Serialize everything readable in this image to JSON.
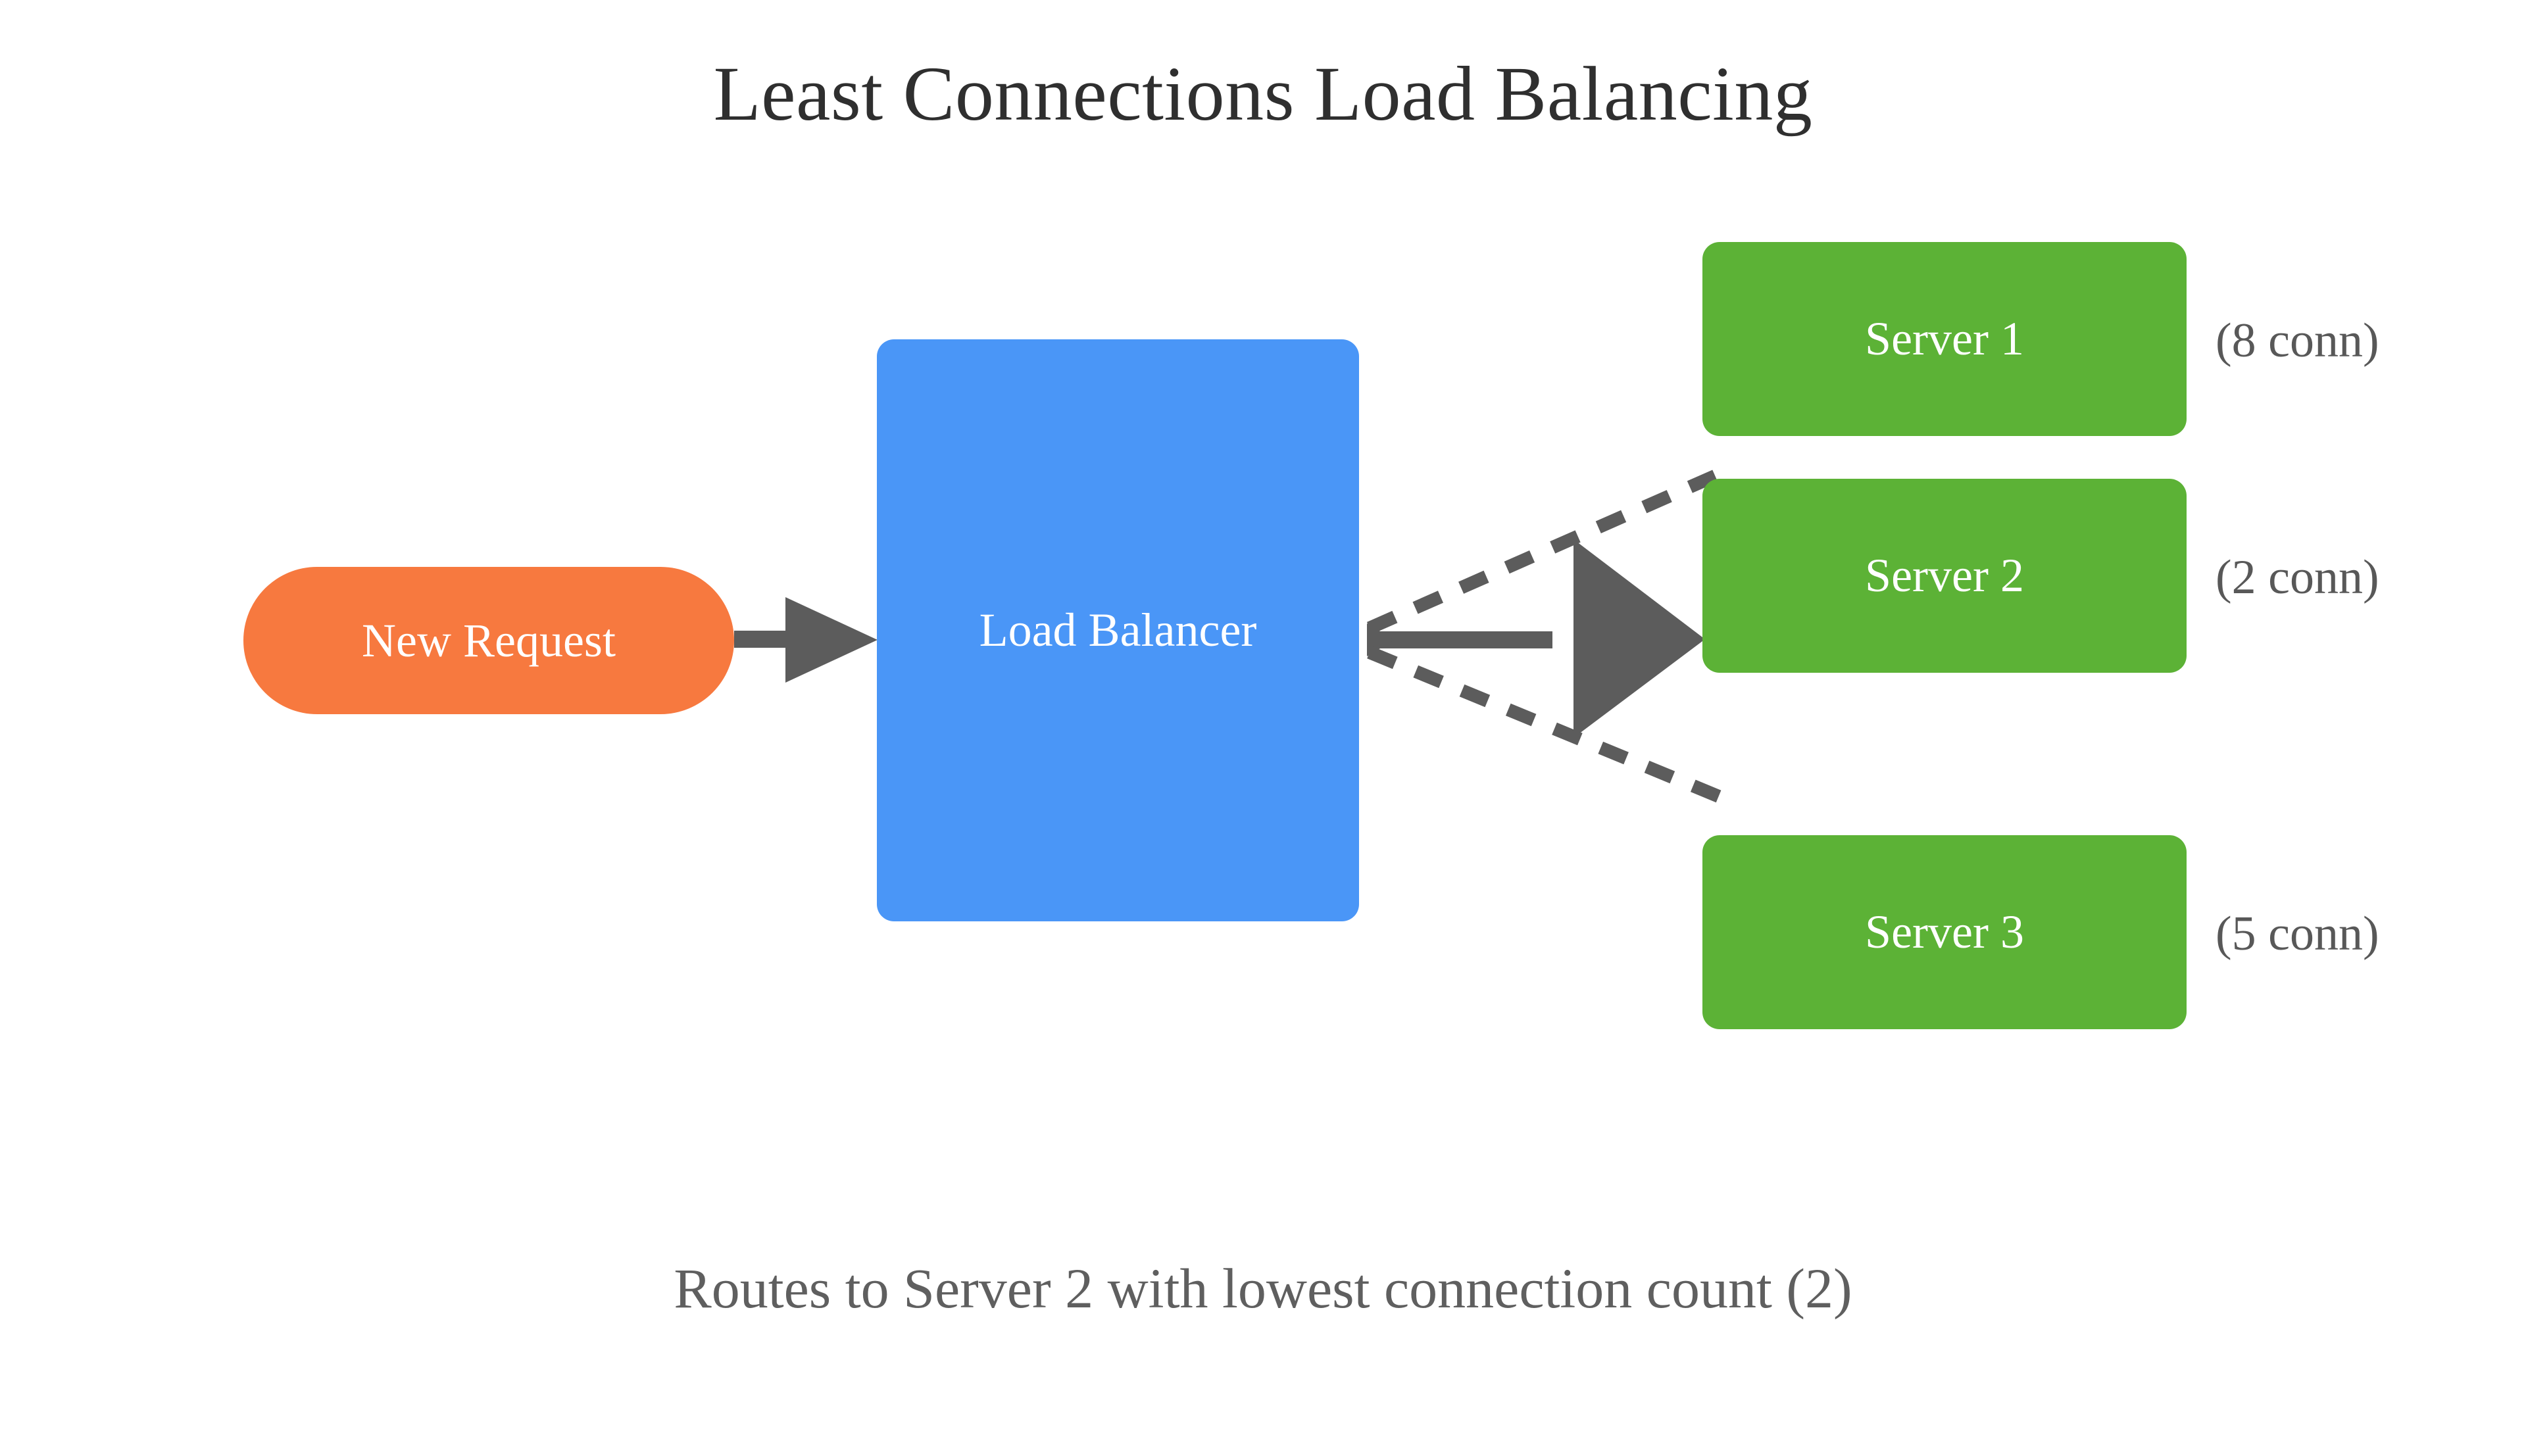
{
  "title": "Least Connections Load Balancing",
  "caption": "Routes to Server 2 with lowest connection count (2)",
  "nodes": {
    "request": {
      "label": "New Request",
      "color": "#f7793f",
      "shape": "pill"
    },
    "balancer": {
      "label": "Load Balancer",
      "color": "#4a96f7",
      "shape": "rounded-rect"
    },
    "servers": [
      {
        "label": "Server 1",
        "conn_label": "(8 conn)",
        "connections": 8,
        "color": "#5cb236",
        "selected": false
      },
      {
        "label": "Server 2",
        "conn_label": "(2 conn)",
        "connections": 2,
        "color": "#5cb236",
        "selected": true
      },
      {
        "label": "Server 3",
        "conn_label": "(5 conn)",
        "connections": 5,
        "color": "#5cb236",
        "selected": false
      }
    ]
  },
  "edges": [
    {
      "name": "request-to-balancer",
      "from": "New Request",
      "to": "Load Balancer",
      "style": "solid",
      "color": "#5c5c5c",
      "arrowhead": "end"
    },
    {
      "name": "balancer-to-server-1",
      "from": "Load Balancer",
      "to": "Server 1",
      "style": "dashed",
      "color": "#5c5c5c",
      "arrowhead": "none"
    },
    {
      "name": "balancer-to-server-2",
      "from": "Load Balancer",
      "to": "Server 2",
      "style": "solid",
      "color": "#5c5c5c",
      "arrowhead": "both"
    },
    {
      "name": "balancer-to-server-3",
      "from": "Load Balancer",
      "to": "Server 3",
      "style": "dashed",
      "color": "#5c5c5c",
      "arrowhead": "none"
    }
  ],
  "colors": {
    "background": "#ffffff",
    "title_text": "#2f2f2f",
    "caption_text": "#5f5f5f",
    "edge": "#5c5c5c",
    "node_text": "#ffffff",
    "conn_text": "#585858"
  }
}
